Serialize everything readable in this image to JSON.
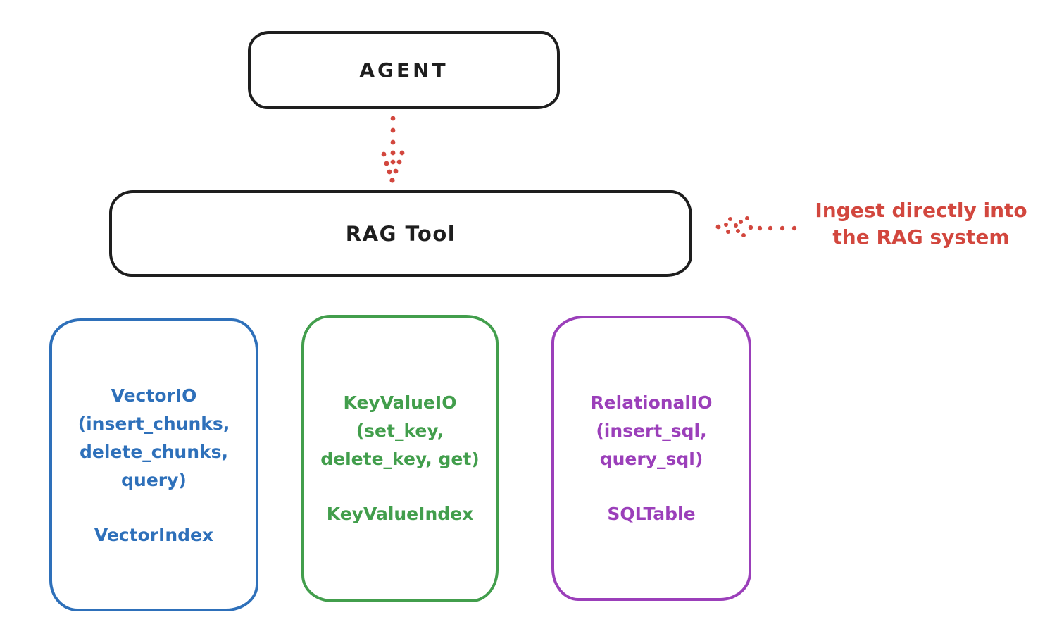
{
  "colors": {
    "ink": "#1e1e1e",
    "red": "#d2473e",
    "blue": "#2e70ba",
    "green": "#429e4c",
    "purple": "#9b3fba",
    "background": "#ffffff"
  },
  "diagram": {
    "agent": {
      "label": "AGENT"
    },
    "rag_tool": {
      "label": "RAG Tool"
    },
    "annotation": {
      "line1": "Ingest directly into",
      "line2": "the RAG system"
    },
    "icons": {
      "agent_to_rag": "dotted-down-arrow",
      "ingest_to_rag": "dotted-left-arrow"
    },
    "backends": [
      {
        "id": "vector",
        "color": "#2e70ba",
        "lines": [
          "VectorIO",
          "(insert_chunks,",
          "delete_chunks,",
          "query)"
        ],
        "index": "VectorIndex"
      },
      {
        "id": "keyvalue",
        "color": "#429e4c",
        "lines": [
          "KeyValueIO",
          "(set_key,",
          "delete_key, get)"
        ],
        "index": "KeyValueIndex"
      },
      {
        "id": "relational",
        "color": "#9b3fba",
        "lines": [
          "RelationalIO",
          "(insert_sql,",
          "query_sql)"
        ],
        "index": "SQLTable"
      }
    ]
  }
}
